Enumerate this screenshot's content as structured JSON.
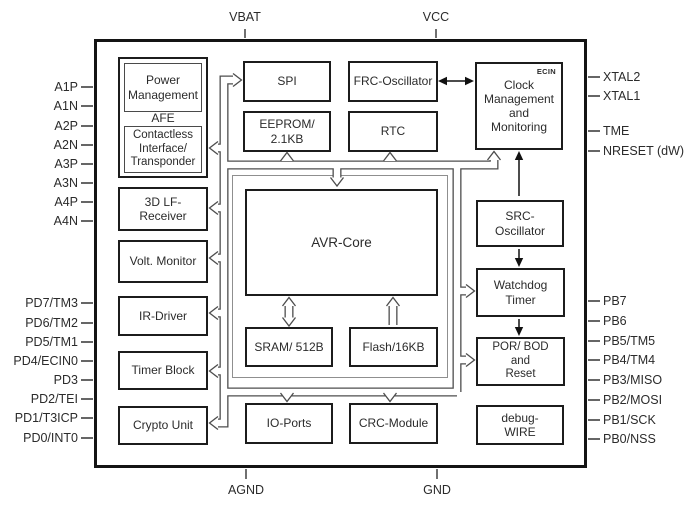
{
  "pins": {
    "left": [
      "A1P",
      "A1N",
      "A2P",
      "A2N",
      "A3P",
      "A3N",
      "A4P",
      "A4N",
      "PD7/TM3",
      "PD6/TM2",
      "PD5/TM1",
      "PD4/ECIN0",
      "PD3",
      "PD2/TEI",
      "PD1/T3ICP",
      "PD0/INT0"
    ],
    "right": [
      "XTAL2",
      "XTAL1",
      "TME",
      "NRESET (dW)",
      "PB7",
      "PB6",
      "PB5/TM5",
      "PB4/TM4",
      "PB3/MISO",
      "PB2/MOSI",
      "PB1/SCK",
      "PB0/NSS"
    ],
    "top": [
      "VBAT",
      "VCC"
    ],
    "bottom": [
      "AGND",
      "GND"
    ]
  },
  "blocks": {
    "power_management": "Power\nManagement",
    "afe_label": "AFE",
    "contactless": "Contactless\nInterface/\nTransponder",
    "lf_receiver": "3D LF-\nReceiver",
    "volt_monitor": "Volt. Monitor",
    "ir_driver": "IR-Driver",
    "timer_block": "Timer Block",
    "crypto_unit": "Crypto Unit",
    "spi": "SPI",
    "eeprom": "EEPROM/\n2.1KB",
    "frc_oscillator": "FRC-Oscillator",
    "rtc": "RTC",
    "clock_management": "Clock\nManagement\nand\nMonitoring",
    "ecin_tag": "ECIN",
    "avr_core": "AVR-Core",
    "sram": "SRAM/ 512B",
    "flash": "Flash/16KB",
    "src_oscillator": "SRC-\nOscillator",
    "watchdog": "Watchdog\nTimer",
    "por_bod": "POR/ BOD\nand\nReset",
    "io_ports": "IO-Ports",
    "crc_module": "CRC-Module",
    "debug_wire": "debug-\nWIRE"
  },
  "colors": {
    "background": "#ffffff",
    "chip_border": "#141414",
    "block_border": "#1c1c1c",
    "bus_line": "#4d4d4d",
    "text": "#2b2b2b"
  }
}
